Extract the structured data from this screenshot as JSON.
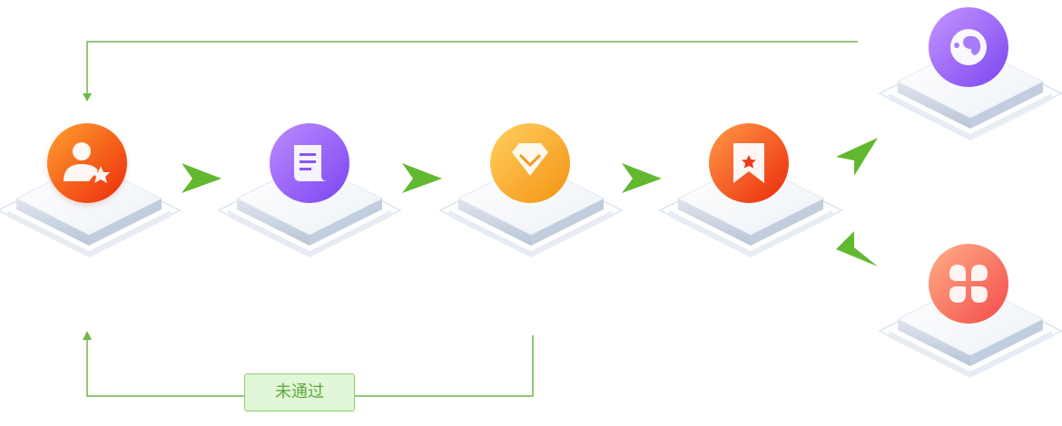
{
  "flow": {
    "rejected_label": "未通过"
  },
  "nodes": [
    {
      "id": "applicant",
      "icon": "user-star-icon",
      "colors": [
        "#ffa030",
        "#ec2a0a"
      ]
    },
    {
      "id": "form",
      "icon": "document-icon",
      "colors": [
        "#bc8cff",
        "#7b45f0"
      ]
    },
    {
      "id": "review",
      "icon": "diamond-check-icon",
      "colors": [
        "#ffd060",
        "#f49212"
      ]
    },
    {
      "id": "approved",
      "icon": "ribbon-star-icon",
      "colors": [
        "#ff9a48",
        "#ec2a0a"
      ]
    },
    {
      "id": "outcome-a",
      "icon": "planet-icon",
      "colors": [
        "#c496ff",
        "#7b45f0"
      ]
    },
    {
      "id": "outcome-b",
      "icon": "clover-icon",
      "colors": [
        "#ffb088",
        "#f24a4a"
      ]
    }
  ],
  "colors": {
    "connector": "#6bb84a",
    "arrow": "#62b82f",
    "platform_top": "#f6f8fb",
    "platform_side": "#c9d3e2"
  }
}
